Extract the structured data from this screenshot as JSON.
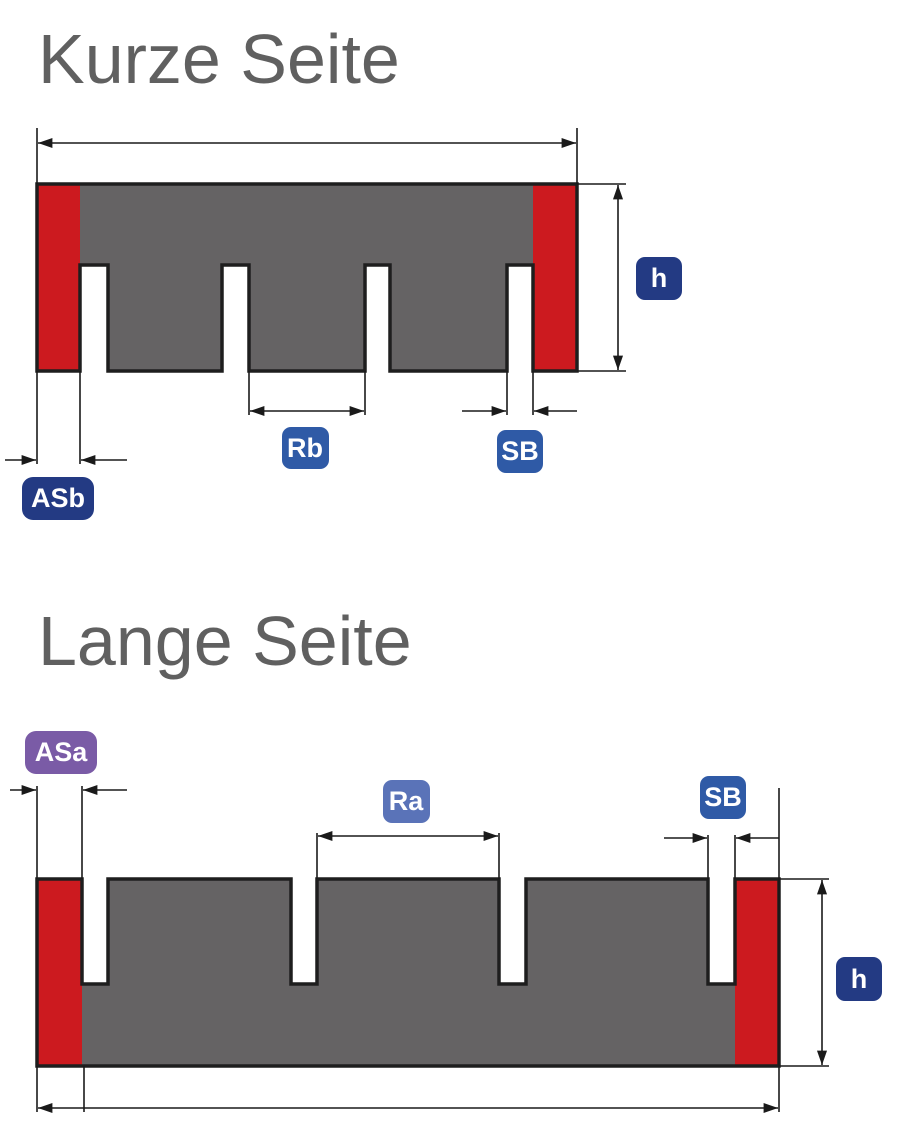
{
  "short_side": {
    "title": "Kurze Seite",
    "labels": {
      "h": "h",
      "rb": "Rb",
      "sb": "SB",
      "asb": "ASb"
    }
  },
  "long_side": {
    "title": "Lange Seite",
    "labels": {
      "asa": "ASa",
      "ra": "Ra",
      "sb": "SB",
      "h": "h"
    }
  },
  "colors": {
    "body": "#656364",
    "end_cap": "#cc1a1f",
    "label_dark": "#233a83",
    "label_mid": "#2f5aa6",
    "label_light": "#5a73b8",
    "label_purple": "#7a5ba6"
  }
}
